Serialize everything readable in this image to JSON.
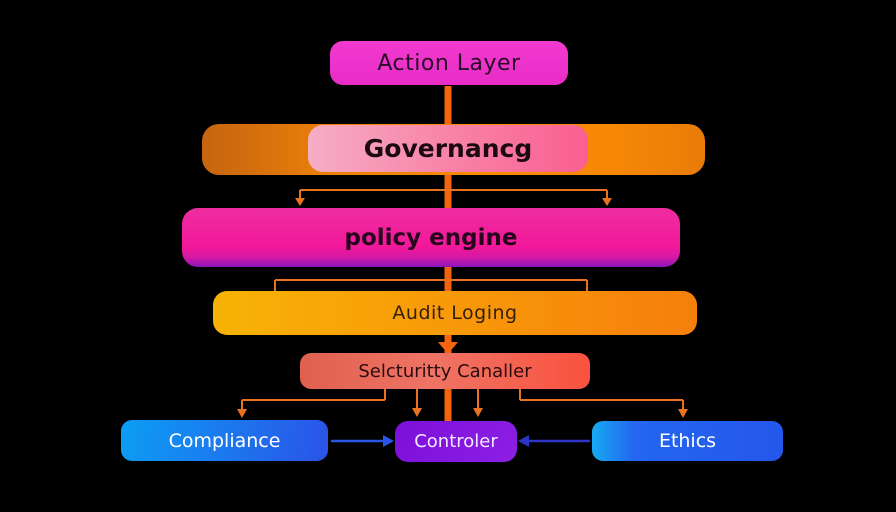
{
  "diagram": {
    "background": "#000000",
    "nodes": [
      {
        "id": "action-layer",
        "label": "Action Layer",
        "colors": [
          "#f13ad0",
          "#e92cc6"
        ],
        "text_color": "#2a0b26"
      },
      {
        "id": "governance",
        "label": "Governancg",
        "outer_colors": [
          "#c56510",
          "#fb8c05",
          "#e87c08"
        ],
        "inner_colors": [
          "#f6aec6",
          "#fa5f92"
        ],
        "text_color": "#1c0a10"
      },
      {
        "id": "policy-engine",
        "label": "policy engine",
        "colors": [
          "#f2189b",
          "#8a16bb"
        ],
        "text_color": "#27051c"
      },
      {
        "id": "audit-logging",
        "label": "Audit Loging",
        "colors": [
          "#f7b306",
          "#f67f0c"
        ],
        "text_color": "#33200a"
      },
      {
        "id": "security-canaller",
        "label": "Selcturitty Canaller",
        "colors": [
          "#e0604e",
          "#f9523e"
        ],
        "text_color": "#2a0c10"
      },
      {
        "id": "compliance",
        "label": "Compliance",
        "colors": [
          "#0c9ef4",
          "#2b53e8"
        ],
        "text_color": "#ffffff"
      },
      {
        "id": "controller",
        "label": "Controler",
        "colors": [
          "#7b10da",
          "#8d1fe4"
        ],
        "text_color": "#f5eaff"
      },
      {
        "id": "ethics",
        "label": "Ethics",
        "colors": [
          "#16abf2",
          "#2457ec"
        ],
        "text_color": "#ffffff"
      }
    ],
    "connector_colors": {
      "spine_orange": "#f4640e",
      "line_orange": "#e8721e",
      "arrow_blue_left_to_controller": "#2b55e8",
      "arrow_blue_right_to_controller": "#2c35c8"
    },
    "edges": [
      {
        "from": "action-layer",
        "to": "governance",
        "style": "thick-orange-spine"
      },
      {
        "from": "governance",
        "to": "policy-engine",
        "style": "bracket-with-down-arrows"
      },
      {
        "from": "policy-engine",
        "to": "audit-logging",
        "style": "bracket"
      },
      {
        "from": "audit-logging",
        "to": "security-canaller",
        "style": "thick-orange-arrow"
      },
      {
        "from": "security-canaller",
        "to": "compliance",
        "style": "elbow-down-arrow"
      },
      {
        "from": "security-canaller",
        "to": "controller",
        "style": "double-thin-arrows-and-spine"
      },
      {
        "from": "security-canaller",
        "to": "ethics",
        "style": "elbow-down-arrow"
      },
      {
        "from": "compliance",
        "to": "controller",
        "style": "blue-arrow-right"
      },
      {
        "from": "ethics",
        "to": "controller",
        "style": "blue-arrow-left"
      }
    ]
  }
}
